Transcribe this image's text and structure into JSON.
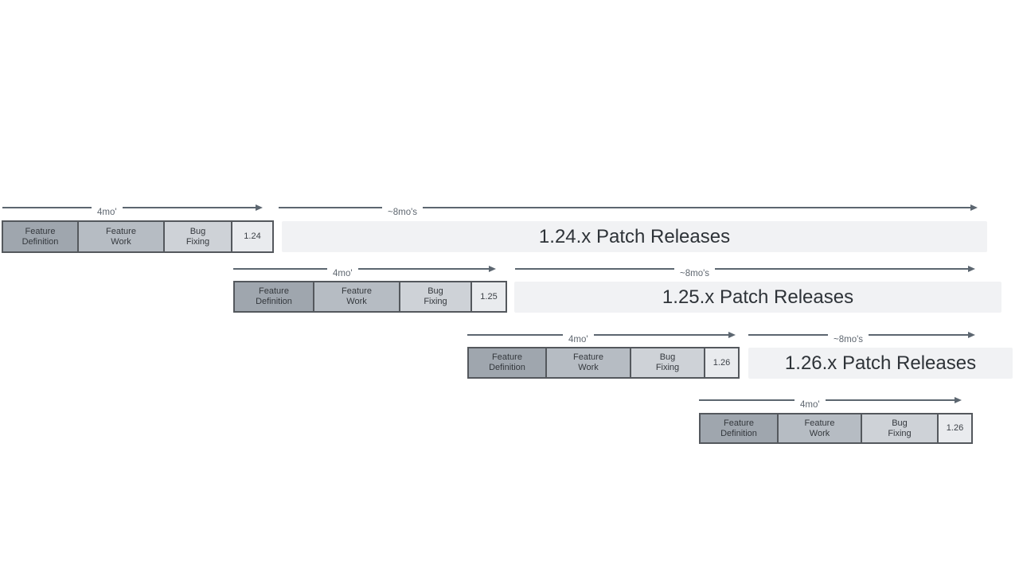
{
  "labels": {
    "dev_duration": "4mo'",
    "patch_duration": "~8mo's"
  },
  "phases": [
    {
      "line1": "Feature",
      "line2": "Definition"
    },
    {
      "line1": "Feature",
      "line2": "Work"
    },
    {
      "line1": "Bug",
      "line2": "Fixing"
    }
  ],
  "releases": [
    {
      "version": "1.24",
      "patch_label": "1.24.x Patch Releases"
    },
    {
      "version": "1.25",
      "patch_label": "1.25.x Patch Releases"
    },
    {
      "version": "1.26",
      "patch_label": "1.26.x Patch Releases"
    },
    {
      "version": "1.26",
      "patch_label": ""
    }
  ],
  "colors": {
    "phase-definition": "#9fa6ae",
    "phase-work": "#b6bcc3",
    "phase-bugfix": "#ced2d7",
    "version-box": "#e9ebee",
    "patch-bar": "#f1f2f4",
    "box-border": "#54585d",
    "arrow": "#5c6670",
    "arrow-label": "#5f6770",
    "box-text": "#34383d",
    "patch-text": "#2e3338"
  }
}
